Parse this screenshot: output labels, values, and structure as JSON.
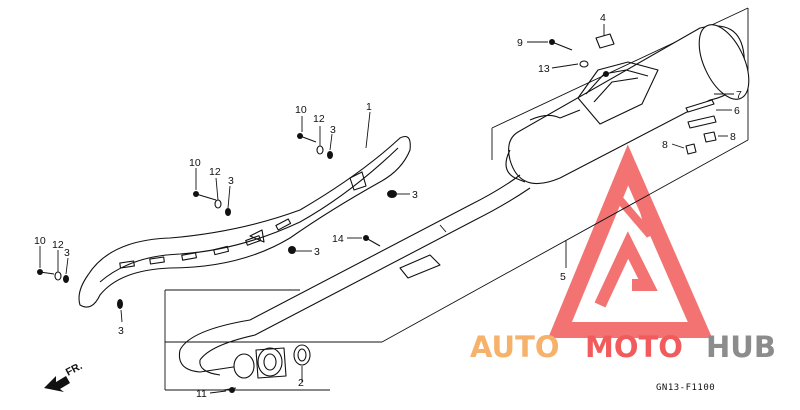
{
  "diagram": {
    "reference_code": "GN13-F1100",
    "direction_label": "FR.",
    "callouts": [
      "1",
      "2",
      "3",
      "3",
      "3",
      "3",
      "3",
      "3",
      "3",
      "4",
      "5",
      "6",
      "7",
      "8",
      "8",
      "9",
      "10",
      "10",
      "10",
      "11",
      "12",
      "12",
      "12",
      "13",
      "14"
    ]
  },
  "watermark": {
    "part1": "AUTO",
    "part2": "MOTO",
    "part3": "HUB",
    "color_orange": "#f6b16b",
    "color_red": "#f25b5b",
    "color_gray": "#8c8c8c"
  }
}
